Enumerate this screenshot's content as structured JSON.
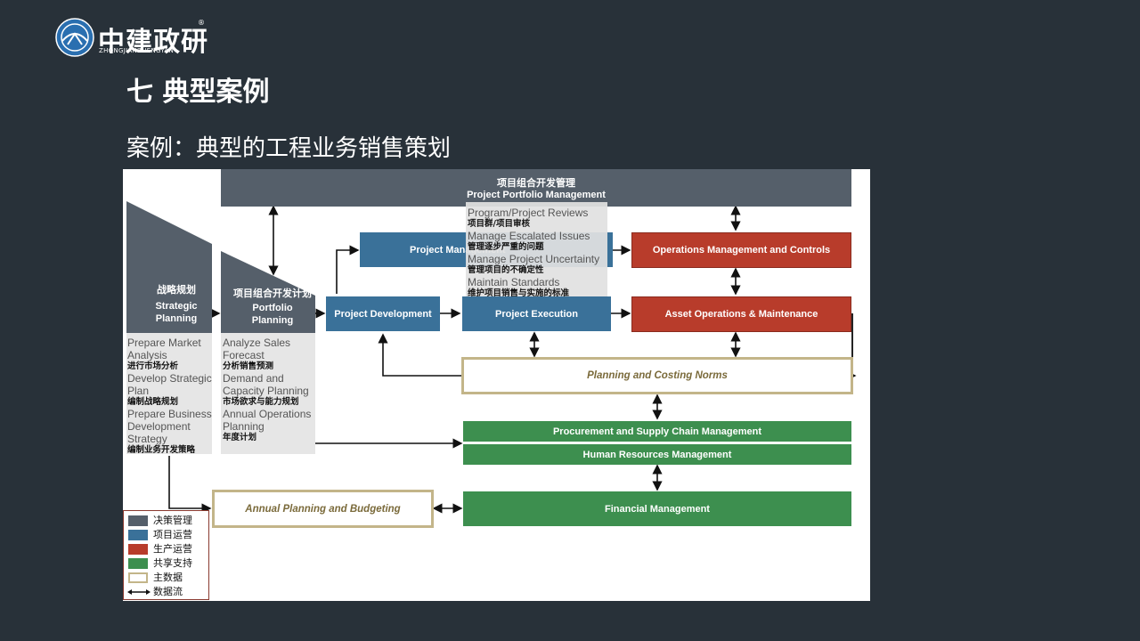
{
  "header": {
    "logo_text": "中建政研",
    "logo_sub": "ZHONGJIANZHENGYAN",
    "heading": "七  典型案例",
    "subheading": "案例：典型的工程业务销售策划"
  },
  "diagram": {
    "ppm": {
      "cn": "项目组合开发管理",
      "en": "Project Portfolio Management"
    },
    "strategic": {
      "cn": "战略规划",
      "en1": "Strategic",
      "en2": "Planning"
    },
    "portfolio": {
      "cn": "项目组合开发计划",
      "en1": "Portfolio",
      "en2": "Planning"
    },
    "strategic_items": [
      {
        "en": "Prepare Market Analysis",
        "cn": "进行市场分析"
      },
      {
        "en": "Develop Strategic Plan",
        "cn": "编制战略规划"
      },
      {
        "en": "Prepare Business Development Strategy",
        "cn": "编制业务开发策略"
      }
    ],
    "portfolio_items": [
      {
        "en": "Analyze Sales Forecast",
        "cn": "分析销售预测"
      },
      {
        "en": "Demand and Capacity Planning",
        "cn": "市场欲求与能力规划"
      },
      {
        "en": "Annual Operations Planning",
        "cn": "年度计划"
      }
    ],
    "project_management": "Project Management",
    "project_development": "Project Development",
    "project_execution": "Project Execution",
    "ops_mgmt": "Operations Management and Controls",
    "asset_ops": "Asset Operations & Maintenance",
    "planning_costing": "Planning and Costing Norms",
    "procurement": "Procurement and Supply Chain Management",
    "hr": "Human Resources Management",
    "annual_planning": "Annual Planning and Budgeting",
    "financial": "Financial Management",
    "popup_items": [
      {
        "en": "Program/Project Reviews",
        "cn": "项目群/项目审核"
      },
      {
        "en": "Manage Escalated Issues",
        "cn": "管理逐步严重的问题"
      },
      {
        "en": "Manage Project Uncertainty",
        "cn": "管理项目的不确定性"
      },
      {
        "en": "Maintain Standards",
        "cn": "维护项目销售与实施的标准"
      }
    ]
  },
  "legend": [
    {
      "label": "决策管理",
      "color": "#555f6a"
    },
    {
      "label": "项目运营",
      "color": "#3a7199"
    },
    {
      "label": "生产运营",
      "color": "#b83c2b"
    },
    {
      "label": "共享支持",
      "color": "#3d8f4f"
    },
    {
      "label": "主数据",
      "color": "#c3b589"
    },
    {
      "label": "数据流",
      "color": "#111111"
    }
  ]
}
